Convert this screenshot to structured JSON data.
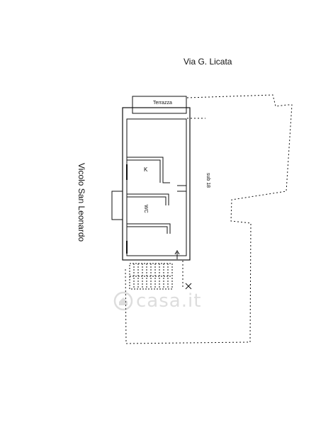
{
  "plan": {
    "street_top": "Via G. Licata",
    "street_left": "Vicolo San Leonardo",
    "terrace": "Terrazza",
    "kitchen": "K",
    "bathroom": "WC",
    "sub": "sub 18"
  },
  "watermark": {
    "text": "casa.it",
    "icon": "house-logo-icon"
  },
  "colors": {
    "ink": "#111111",
    "watermark": "#888888"
  }
}
